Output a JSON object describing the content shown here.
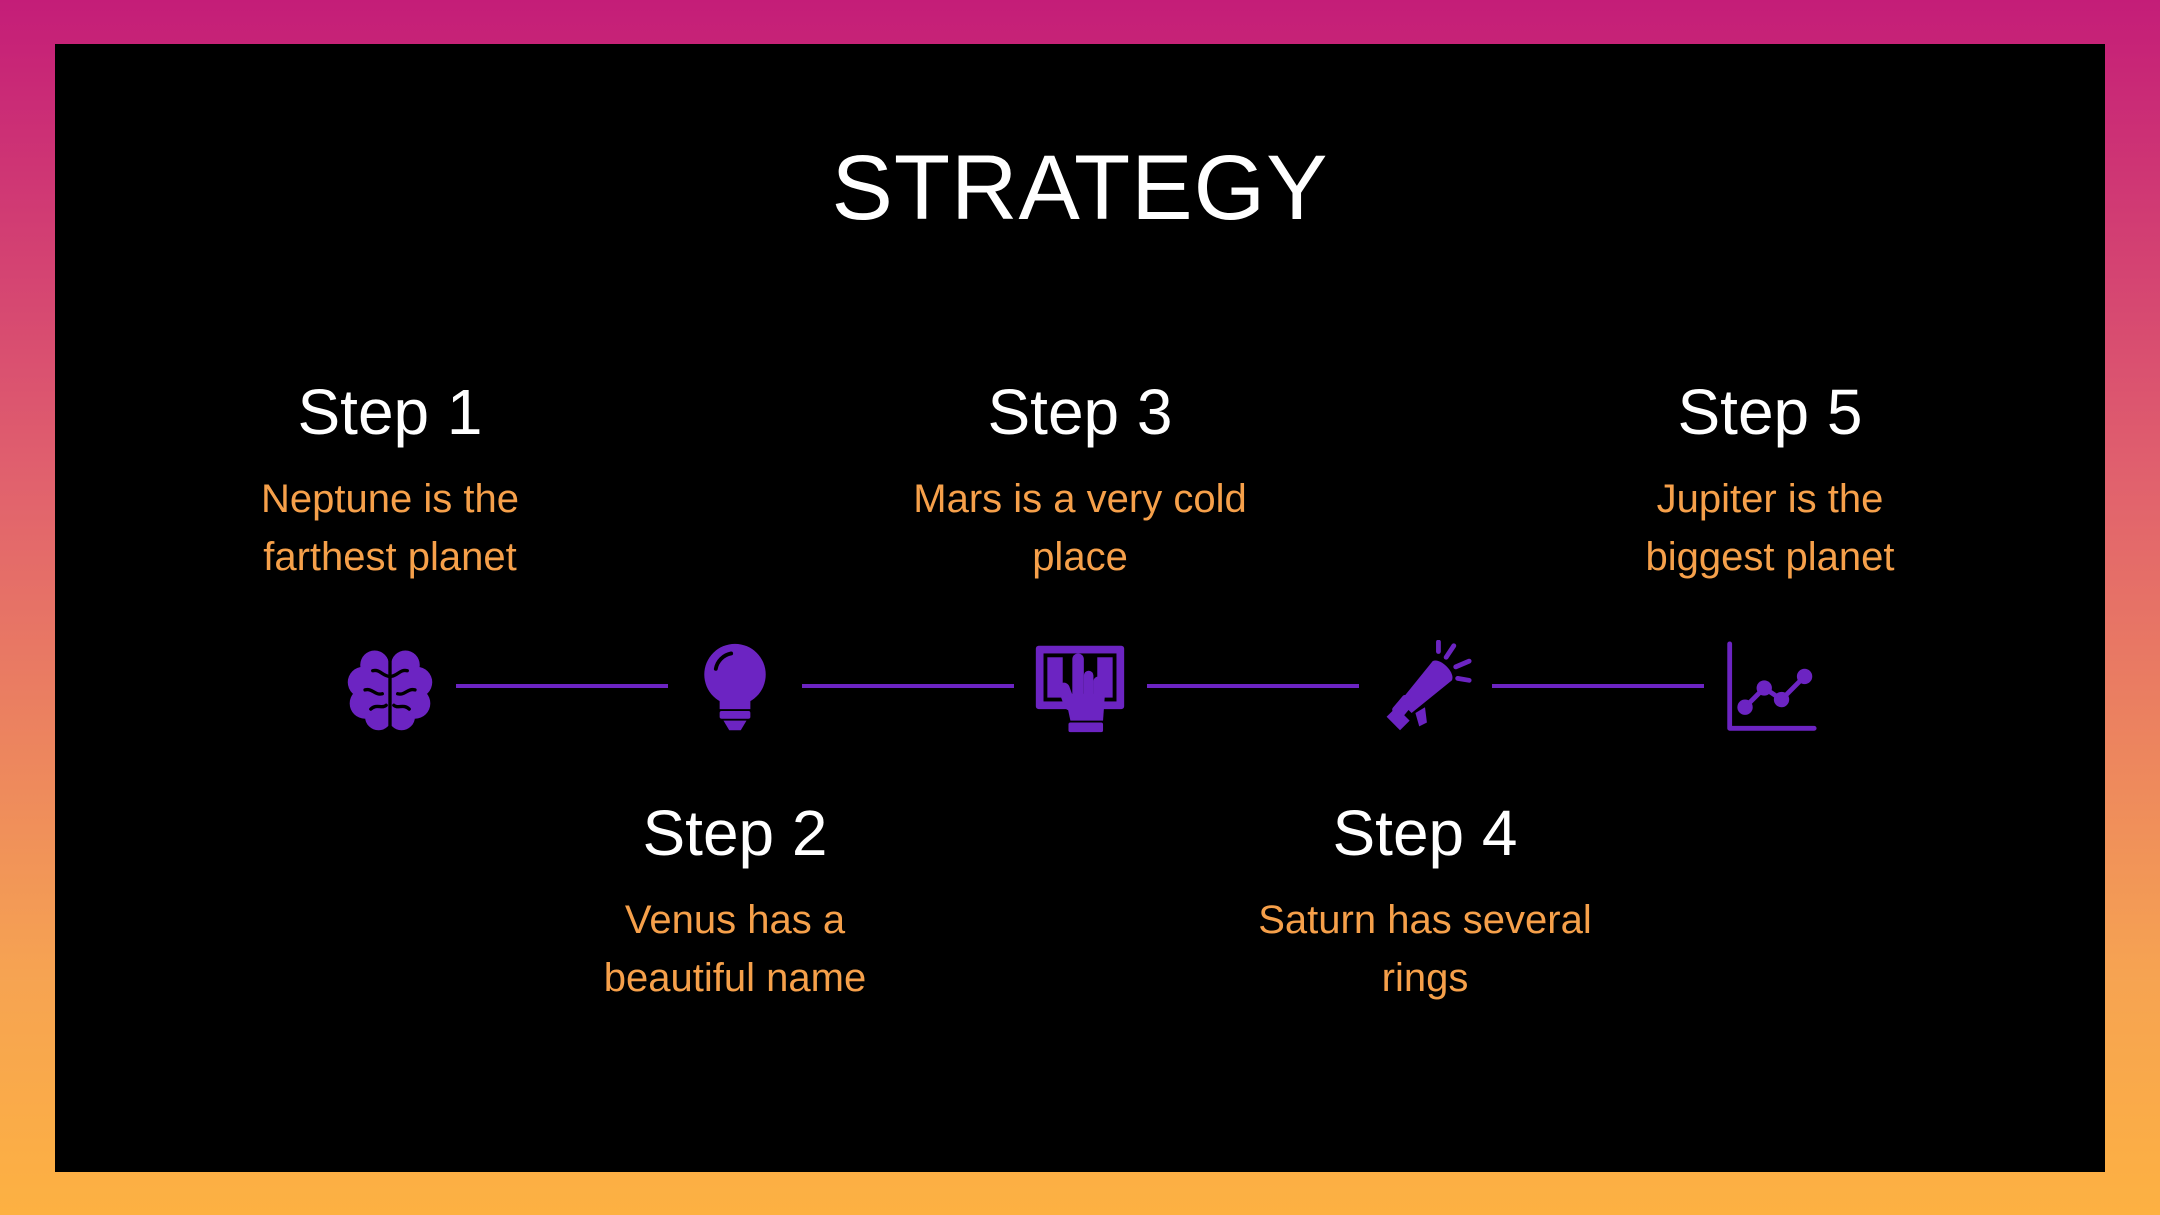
{
  "title": "STRATEGY",
  "colors": {
    "accent": "#6c24c2",
    "description": "#f6a04a",
    "heading": "#ffffff",
    "panel": "#000000",
    "frame_top": "#c41d78",
    "frame_bottom": "#fdb142"
  },
  "steps": [
    {
      "title": "Step 1",
      "description": "Neptune is the farthest planet",
      "icon": "brain-icon"
    },
    {
      "title": "Step 2",
      "description": "Venus has a beautiful name",
      "icon": "lightbulb-icon"
    },
    {
      "title": "Step 3",
      "description": "Mars is a very cold place",
      "icon": "hand-touch-icon"
    },
    {
      "title": "Step 4",
      "description": "Saturn has several rings",
      "icon": "megaphone-icon"
    },
    {
      "title": "Step 5",
      "description": "Jupiter is the biggest planet",
      "icon": "line-chart-icon"
    }
  ]
}
